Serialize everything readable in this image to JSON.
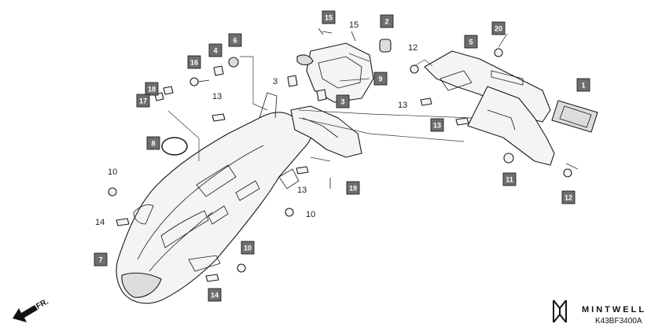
{
  "callouts_boxed": [
    {
      "id": "b15",
      "text": "15"
    },
    {
      "id": "b2",
      "text": "2"
    },
    {
      "id": "b20",
      "text": "20"
    },
    {
      "id": "b6",
      "text": "6"
    },
    {
      "id": "b4",
      "text": "4"
    },
    {
      "id": "b16",
      "text": "16"
    },
    {
      "id": "b5",
      "text": "5"
    },
    {
      "id": "b1",
      "text": "1"
    },
    {
      "id": "b18",
      "text": "18"
    },
    {
      "id": "b17",
      "text": "17"
    },
    {
      "id": "b9",
      "text": "9"
    },
    {
      "id": "b3",
      "text": "3"
    },
    {
      "id": "b13",
      "text": "13"
    },
    {
      "id": "b8",
      "text": "8"
    },
    {
      "id": "b19",
      "text": "19"
    },
    {
      "id": "b11",
      "text": "11"
    },
    {
      "id": "b12",
      "text": "12"
    },
    {
      "id": "b7",
      "text": "7"
    },
    {
      "id": "b10",
      "text": "10"
    },
    {
      "id": "b14",
      "text": "14"
    }
  ],
  "callouts_plain": [
    {
      "id": "p15",
      "text": "15"
    },
    {
      "id": "p12",
      "text": "12"
    },
    {
      "id": "p3",
      "text": "3"
    },
    {
      "id": "p13a",
      "text": "13"
    },
    {
      "id": "p13b",
      "text": "13"
    },
    {
      "id": "p10a",
      "text": "10"
    },
    {
      "id": "p13c",
      "text": "13"
    },
    {
      "id": "p10b",
      "text": "10"
    },
    {
      "id": "p14",
      "text": "14"
    }
  ],
  "direction_label": "FR.",
  "brand": "MINTWELL",
  "diagram_code": "K43BF3400A",
  "colors": {
    "callout_box": "#6e6e6e",
    "line": "#1a1a1a",
    "background": "#ffffff"
  }
}
